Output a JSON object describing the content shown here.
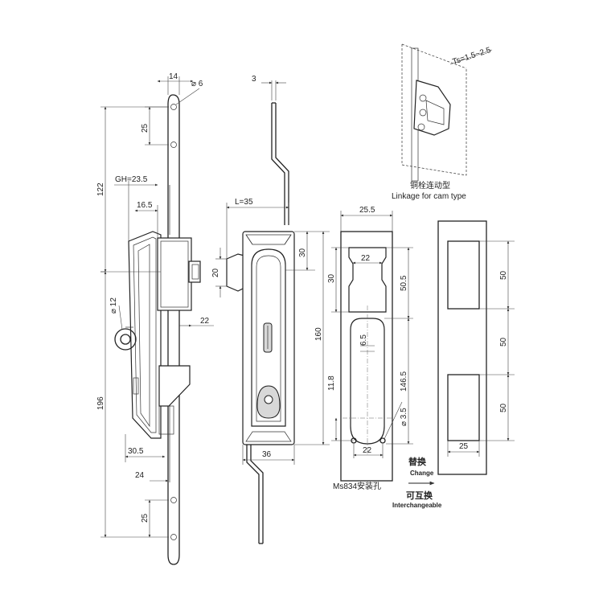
{
  "dims": {
    "d14": "14",
    "d6": "⌀ 6",
    "d25_top": "25",
    "d122": "122",
    "gh": "GH=23.5",
    "d16_5": "16.5",
    "d12": "⌀ 12",
    "d22_side": "22",
    "d196": "196",
    "d30_5": "30.5",
    "d24": "24",
    "d25_bottom": "25",
    "d3": "3",
    "l35": "L=35",
    "d20": "20",
    "d30_front": "30",
    "d160": "160",
    "d36": "36",
    "d25_5": "25.5",
    "d22_cut": "22",
    "d30_cut": "30",
    "d50_5": "50.5",
    "d146_5": "146.5",
    "d6_5": "6.5",
    "d11_8": "11.8",
    "d3_5": "⌀ 3.5",
    "d22_bottom": "22",
    "d50_a": "50",
    "d50_b": "50",
    "d50_c": "50",
    "d25_plate": "25",
    "ts": "Ts=1.5~2.5"
  },
  "captions": {
    "linkage_cn": "铜栓连动型",
    "linkage_en": "Linkage for cam type",
    "ms834": "Ms834安装孔",
    "change_cn": "替换",
    "change_en": "Change",
    "inter_cn": "可互换",
    "inter_en": "Interchangeable"
  },
  "colors": {
    "line": "#222222",
    "shade": "#d8d8d8",
    "background": "#ffffff"
  }
}
